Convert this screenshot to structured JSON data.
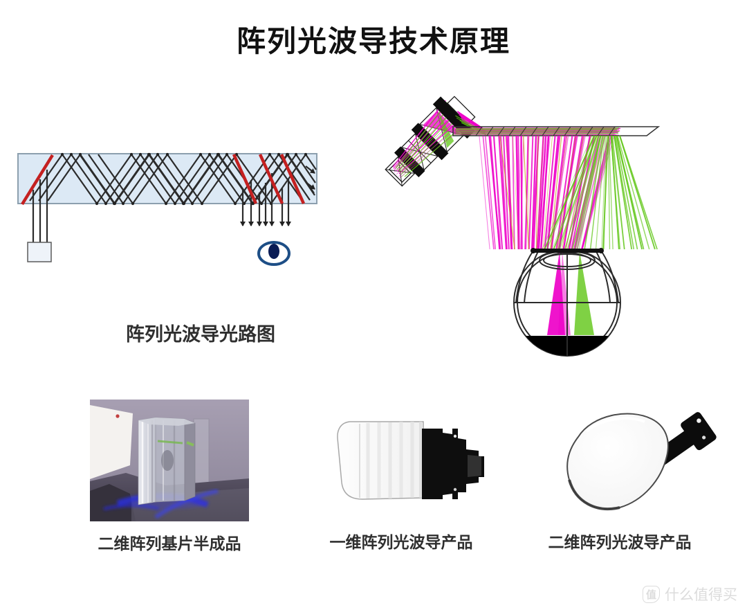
{
  "title": "阵列光波导技术原理",
  "figures": {
    "optical_path": {
      "caption": "阵列光波导光路图"
    },
    "substrate": {
      "caption": "二维阵列基片半成品"
    },
    "product_1d": {
      "caption": "一维阵列光波导产品"
    },
    "product_2d": {
      "caption": "二维阵列光波导产品"
    }
  },
  "watermark": {
    "logo": "值",
    "text": "什么值得买"
  },
  "icons": {
    "eye_icon": "eye",
    "light_engine": "projector-box"
  },
  "colors": {
    "ray_magenta": "#ee00c8",
    "ray_green": "#5fc615",
    "ray_orange": "#c8a020",
    "glass_fill": "#dce9f5",
    "glass_border": "#8c9fae",
    "mirror_red": "#c42020",
    "ray_dark": "#2b2b2b",
    "eye_blue": "#1d4e86",
    "title_color": "#111111",
    "caption_color": "#2f2f2f",
    "watermark_color": "#dcdcdc"
  }
}
